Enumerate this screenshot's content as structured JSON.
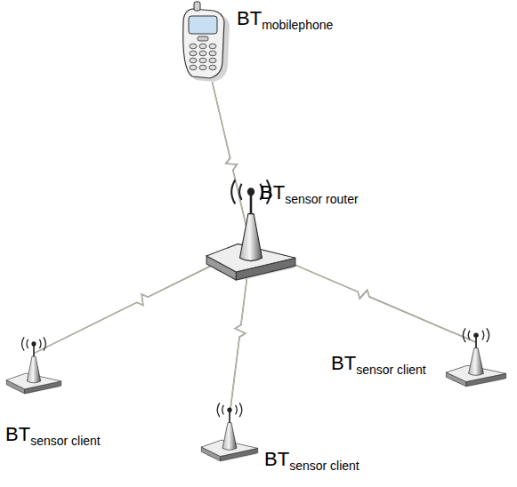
{
  "diagram": {
    "nodes": [
      {
        "text": [
          "BT",
          "mobilephone"
        ]
      },
      {
        "text": [
          "BT",
          "sensor router"
        ]
      },
      {
        "text": [
          "BT",
          "sensor client"
        ]
      },
      {
        "text": [
          "BT",
          "sensor client"
        ]
      },
      {
        "text": [
          "BT",
          "sensor client"
        ]
      }
    ],
    "edges": [
      {
        "from": 1,
        "to": 0,
        "arrow": "none"
      },
      {
        "from": 1,
        "to": 2,
        "arrow": "none"
      },
      {
        "from": 1,
        "to": 3,
        "arrow": "none"
      },
      {
        "from": 1,
        "to": 4,
        "arrow": "none"
      }
    ]
  }
}
